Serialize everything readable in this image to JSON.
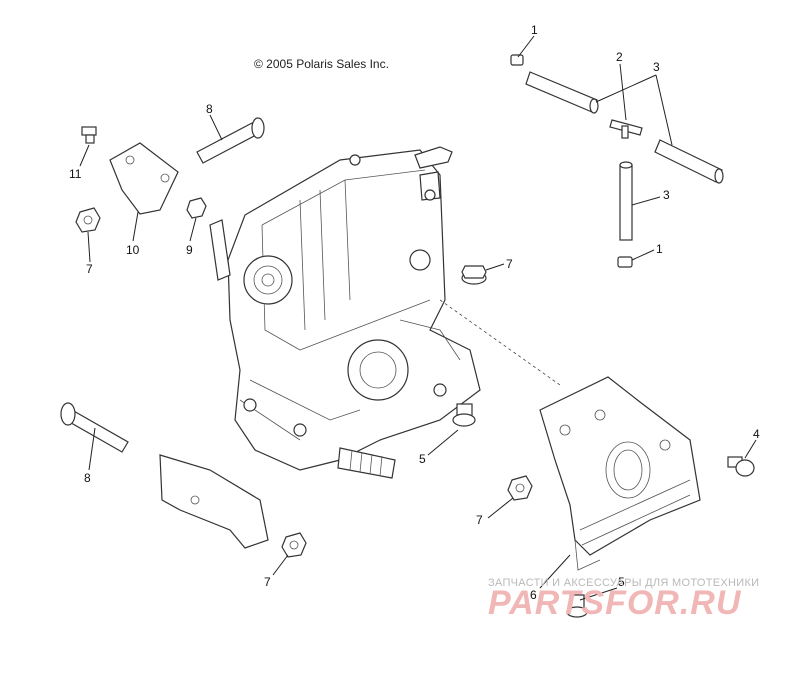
{
  "copyright": "© 2005 Polaris Sales Inc.",
  "callouts": [
    "1",
    "2",
    "3",
    "3",
    "1",
    "7",
    "8",
    "11",
    "10",
    "9",
    "7",
    "4",
    "5",
    "7",
    "8",
    "7",
    "6",
    "5"
  ],
  "watermark": {
    "text": "ЗАПЧАСТИ И АКСЕССУАРЫ ДЛЯ МОТОТЕХНИКИ",
    "logo": "PARTSFOR.RU"
  }
}
